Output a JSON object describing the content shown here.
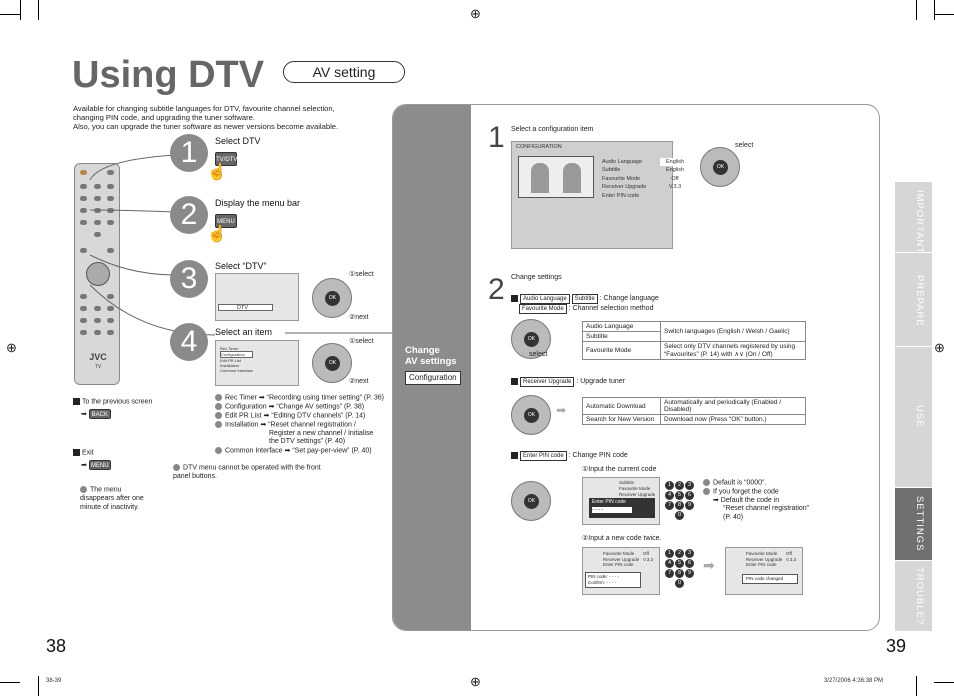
{
  "page": {
    "title": "Using DTV",
    "subtitle_pill": "AV setting",
    "intro": [
      "Available for changing subtitle languages for DTV, favourite channel selection,",
      "changing PIN code, and upgrading the tuner software.",
      "Also, you can upgrade the tuner software as newer versions become available."
    ]
  },
  "steps_left": [
    {
      "num": "1",
      "label": "Select DTV",
      "key": "TV/DTV"
    },
    {
      "num": "2",
      "label": "Display the menu bar",
      "key": "MENU"
    },
    {
      "num": "3",
      "label": "Select “DTV”",
      "select": "①select",
      "next": "②next",
      "screen_item": "DTV"
    },
    {
      "num": "4",
      "label": "Select an item",
      "select": "①select",
      "next": "②next"
    }
  ],
  "step4_items": [
    "Rec Timer ➡ “Recording using timer setting” (P. 36)",
    "Configuration ➡ “Change AV settings” (P. 38)",
    "Edit PR List ➡ “Editing DTV channels” (P. 14)",
    "Installation ➡ “Reset channel registration /",
    "Register a new channel / Initialise",
    "the DTV settings” (P. 40)",
    "Common Interface ➡ “Set pay-per-view” (P. 40)"
  ],
  "step4_screen": [
    "Rec Timer",
    "Configuration",
    "Edit PR List",
    "Installation",
    "Common Interface"
  ],
  "remote": {
    "brand": "JVC",
    "model": "TV"
  },
  "left_notes": {
    "prev_label": "To the previous screen",
    "prev_key": "BACK",
    "exit_label": "Exit",
    "exit_key": "MENU",
    "menu_note": "The menu disappears after one minute of inactivity.",
    "front_panel_note": "DTV menu cannot be operated with the front panel buttons."
  },
  "sidebar": {
    "heading_line1": "Change",
    "heading_line2": "AV settings",
    "tag": "Configuration"
  },
  "right": {
    "step1": {
      "num": "1",
      "label": "Select a configuration item",
      "select": "select"
    },
    "config_screen": {
      "header": "CONFIGURATION",
      "rows": [
        {
          "label": "Audio Language",
          "value": "English"
        },
        {
          "label": "Subtitle",
          "value": "English"
        },
        {
          "label": "Favourite Mode",
          "value": "Off"
        },
        {
          "label": "Receiver Upgrade",
          "value": "V.3.3"
        },
        {
          "label": "Enter PIN code",
          "value": ""
        }
      ]
    },
    "step2": {
      "num": "2",
      "label": "Change settings"
    },
    "lang_line": {
      "tag1": "Audio Language",
      "tag2": "Subtitle",
      "text": ": Change language"
    },
    "fav_line": {
      "tag": "Favourite Mode",
      "text": ": Channel selection method"
    },
    "select_label": "select",
    "table1": [
      {
        "k": "Audio Language",
        "v": "Switch languages (English / Welsh / Gaelic)"
      },
      {
        "k": "Subtitle",
        "v": ""
      },
      {
        "k": "Favourite Mode",
        "v": "Select only DTV channels registered by using “Favourites” (P. 14) with ∧∨ (On / Off)"
      }
    ],
    "upgrade_line": {
      "tag": "Receiver Upgrade",
      "text": ": Upgrade tuner"
    },
    "table2": [
      {
        "k": "Automatic Download",
        "v": "Automatically and periodically (Enabled / Disabled)"
      },
      {
        "k": "Search for New Version",
        "v": "Download now (Press “OK” button.)"
      }
    ],
    "pin_line": {
      "tag": "Enter PIN code",
      "text": ": Change PIN code"
    },
    "pin_step1": "①Input the current code",
    "pin_screen1": {
      "rows": [
        "Subtitle",
        "Favourite Mode",
        "Receiver Upgrade"
      ],
      "box": "Enter PIN code",
      "dashes": "- - - -"
    },
    "pin_notes": [
      "Default is “0000”.",
      "If you forget the code",
      "➡ Default the code in",
      "“Reset channel registration”",
      "(P. 40)"
    ],
    "pin_step2": "②Input a new code twice.",
    "pin_screen2": {
      "rows": [
        "Favourite Mode",
        "Receiver Upgrade",
        "Enter PIN code"
      ],
      "vals": [
        "Off",
        "V.3.3"
      ],
      "new": "PIN code:",
      "confirm": "Confirm:",
      "dashes": "- - - -"
    },
    "pin_screen3": {
      "rows": [
        "Favourite Mode",
        "Receiver Upgrade",
        "Enter PIN code"
      ],
      "vals": [
        "Off",
        "V.3.3"
      ],
      "msg": "PIN code changed"
    },
    "numkeys": [
      "1",
      "2",
      "3",
      "4",
      "5",
      "6",
      "7",
      "8",
      "9",
      "0"
    ]
  },
  "tabs": [
    {
      "label": "IMPORTANT!",
      "color": "#d6d6d6"
    },
    {
      "label": "PREPARE",
      "color": "#d6d6d6"
    },
    {
      "label": "USE",
      "color": "#d6d6d6"
    },
    {
      "label": "SETTINGS",
      "color": "#707070"
    },
    {
      "label": "TROUBLE?",
      "color": "#d6d6d6"
    }
  ],
  "page_left": "38",
  "page_right": "39",
  "footer_left": "38-39",
  "footer_right": "3/27/2006   4:36:38 PM"
}
